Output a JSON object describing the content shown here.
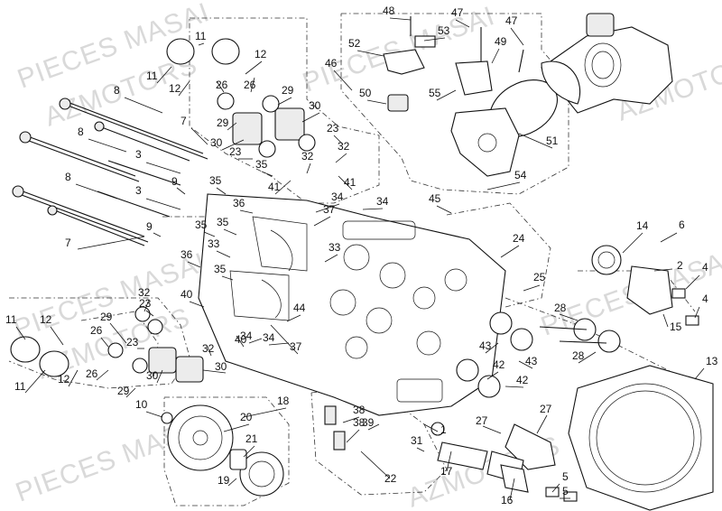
{
  "watermarks": [
    "PIECES MASAI",
    "AZMOTORS",
    "PIECES MASAI",
    "AZMOTORS",
    "PIECES MASAI",
    "AZMOTORS",
    "PIECES MASAI",
    "AZMOTORS",
    "PIECES MASAI"
  ],
  "callouts": [
    "1",
    "2",
    "3",
    "3",
    "4",
    "4",
    "5",
    "5",
    "6",
    "7",
    "7",
    "8",
    "8",
    "8",
    "9",
    "9",
    "10",
    "11",
    "11",
    "11",
    "11",
    "12",
    "12",
    "12",
    "12",
    "13",
    "14",
    "15",
    "16",
    "17",
    "18",
    "19",
    "20",
    "21",
    "22",
    "23",
    "23",
    "23",
    "23",
    "24",
    "25",
    "26",
    "26",
    "26",
    "26",
    "27",
    "27",
    "28",
    "28",
    "29",
    "29",
    "29",
    "29",
    "30",
    "30",
    "30",
    "30",
    "31",
    "32",
    "32",
    "32",
    "32",
    "33",
    "33",
    "34",
    "34",
    "34",
    "34",
    "35",
    "35",
    "35",
    "35",
    "35",
    "36",
    "36",
    "37",
    "37",
    "38",
    "38",
    "39",
    "40",
    "40",
    "41",
    "41",
    "42",
    "42",
    "43",
    "43",
    "44",
    "45",
    "46",
    "47",
    "47",
    "48",
    "49",
    "50",
    "51",
    "52",
    "53",
    "54",
    "55"
  ]
}
